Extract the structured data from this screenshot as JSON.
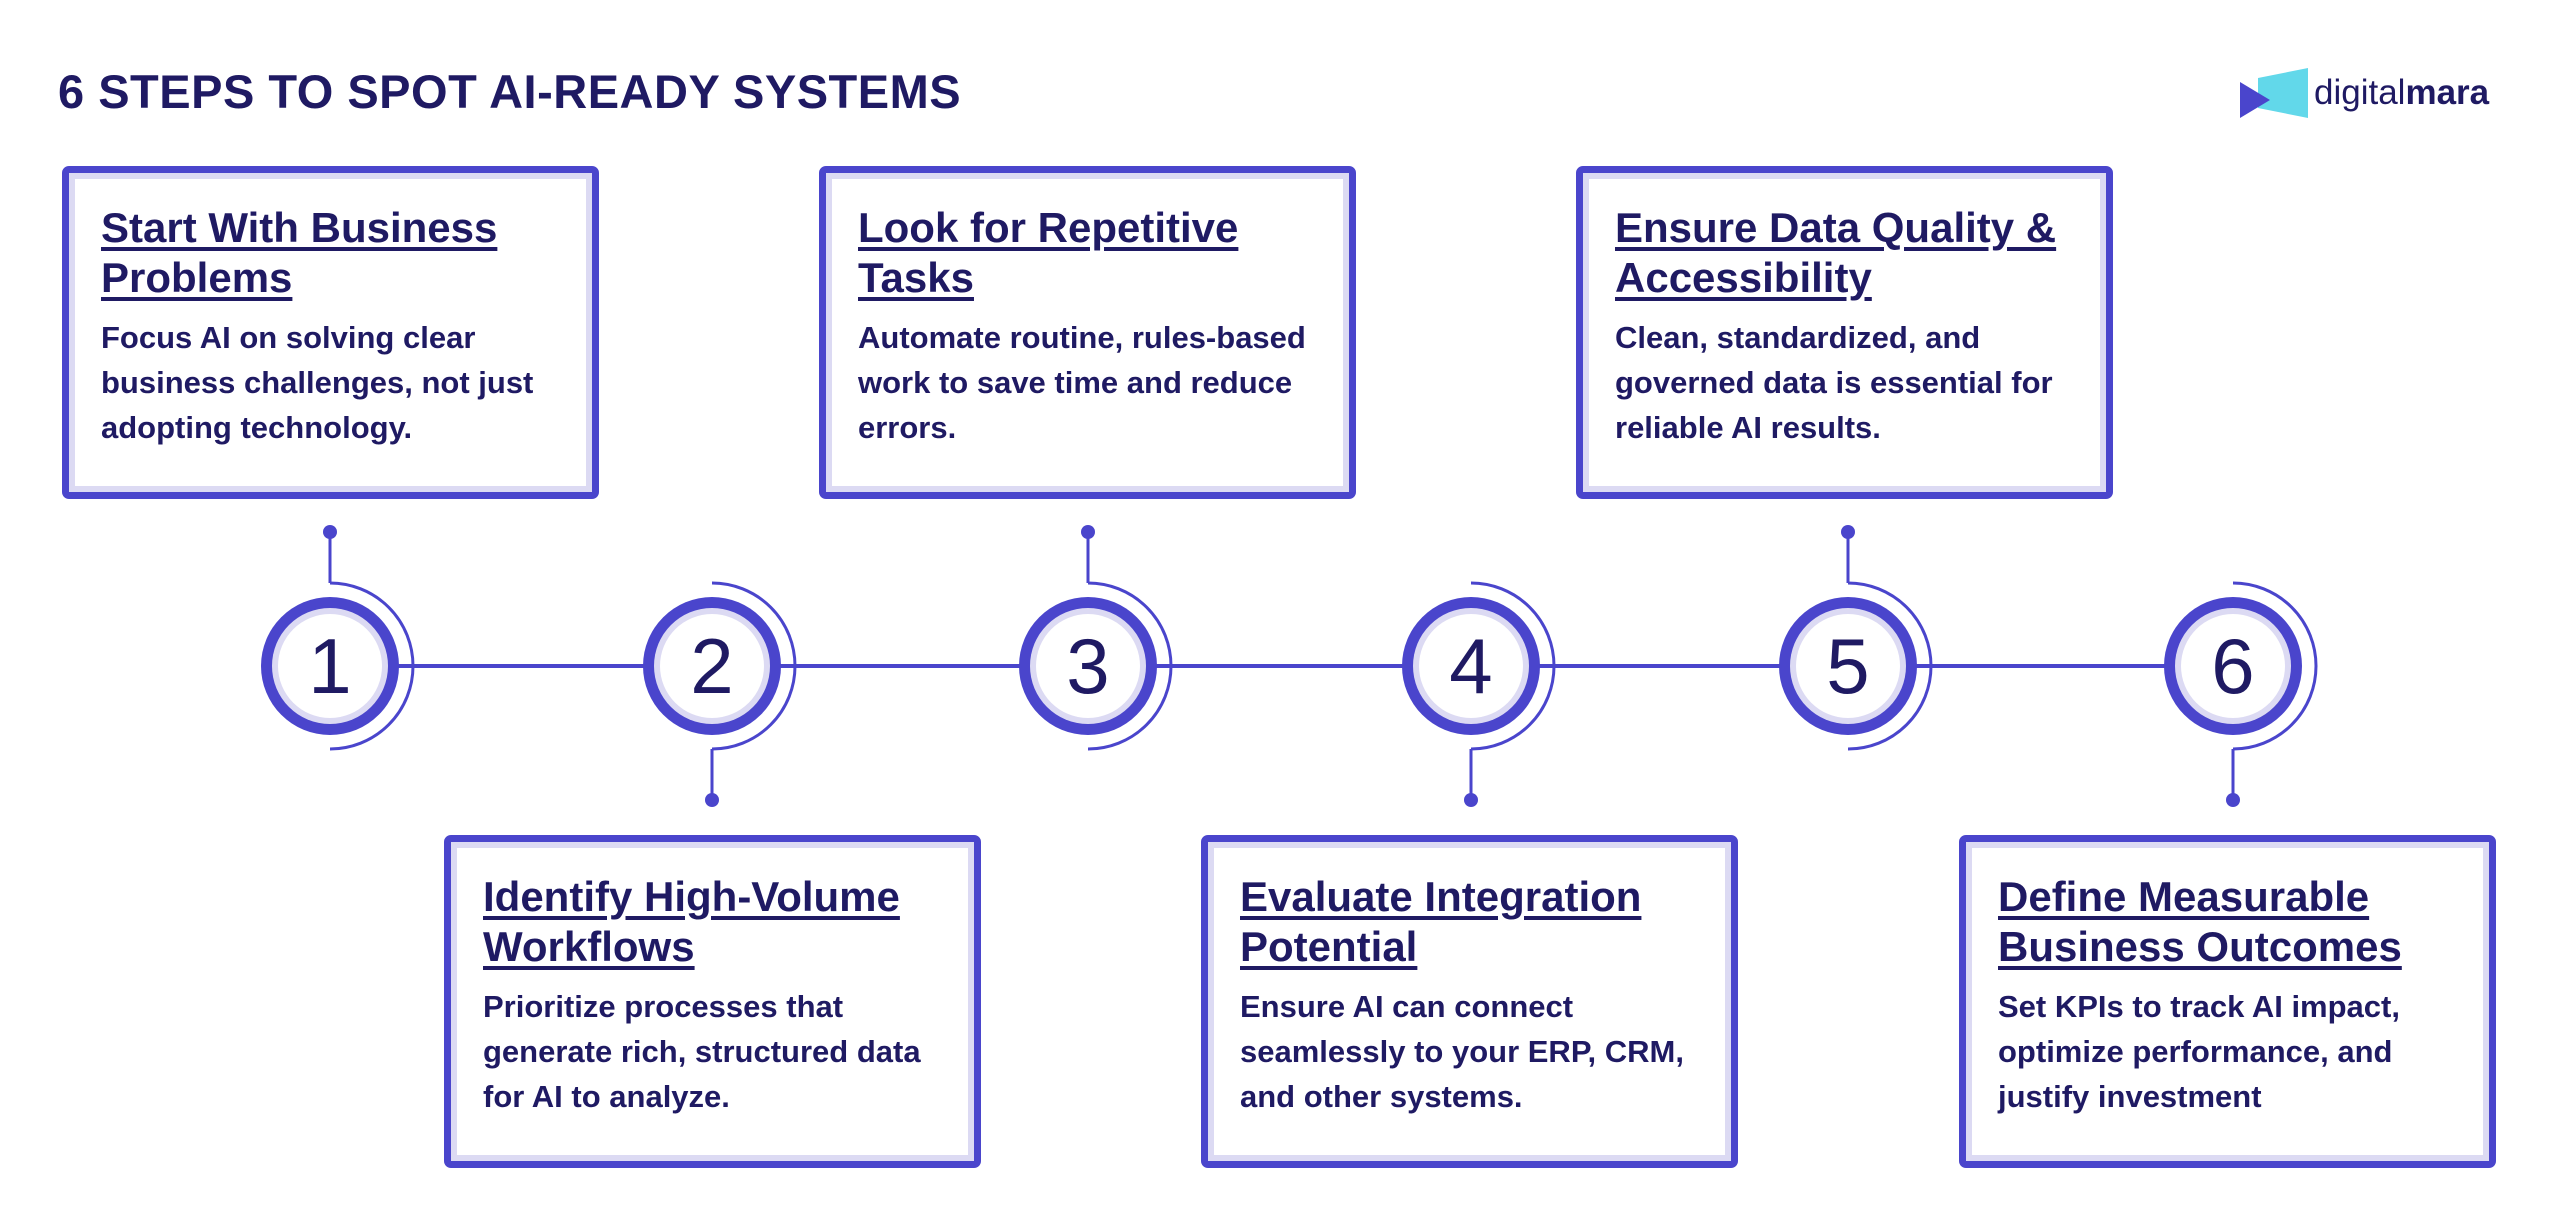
{
  "title": "6 STEPS TO SPOT AI-READY SYSTEMS",
  "logo": {
    "prefix": "digital",
    "suffix": "mara"
  },
  "colors": {
    "accent": "#4a45cc",
    "text": "#1f1a63",
    "ring_fill": "#dcdaf3",
    "logo_cyan": "#62d8ea"
  },
  "steps": [
    {
      "number": "1",
      "title": "Start With Business Problems",
      "text": "Focus AI on solving clear business challenges, not just adopting technology."
    },
    {
      "number": "2",
      "title": "Identify High-Volume Workflows",
      "text": "Prioritize processes that generate rich, structured data for AI to analyze."
    },
    {
      "number": "3",
      "title": "Look for Repetitive Tasks",
      "text": "Automate routine, rules-based work to save time and reduce errors."
    },
    {
      "number": "4",
      "title": "Evaluate Integration Potential",
      "text": "Ensure AI can connect seamlessly to your ERP, CRM, and other systems."
    },
    {
      "number": "5",
      "title": "Ensure Data Quality & Accessibility",
      "text": "Clean, standardized, and governed data is essential for reliable AI results."
    },
    {
      "number": "6",
      "title": "Define Measurable Business Outcomes",
      "text": "Set KPIs to track AI impact, optimize performance, and justify investment"
    }
  ]
}
